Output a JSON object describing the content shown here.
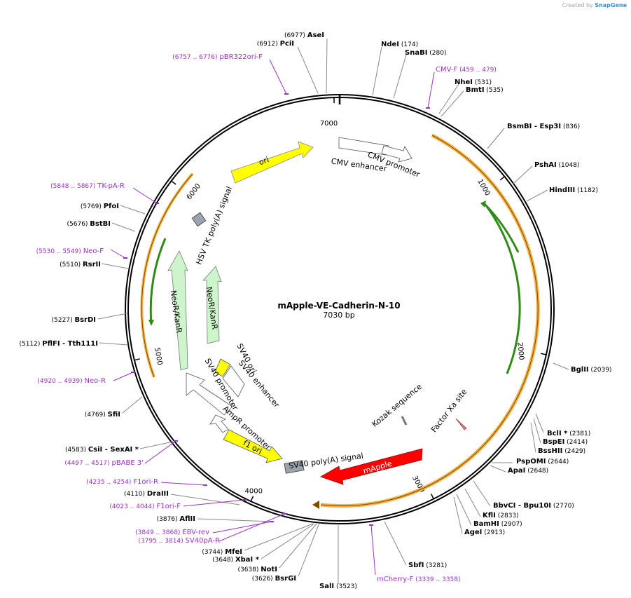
{
  "credit": {
    "prefix": "Created by",
    "brand": "SnapGene"
  },
  "plasmid": {
    "name": "mApple-VE-Cadherin-N-10",
    "length_label": "7030 bp",
    "total_bp": 7030
  },
  "ruler": [
    {
      "bp": 1000,
      "label": "1000"
    },
    {
      "bp": 2000,
      "label": "2000"
    },
    {
      "bp": 3000,
      "label": "3000"
    },
    {
      "bp": 4000,
      "label": "4000"
    },
    {
      "bp": 5000,
      "label": "5000"
    },
    {
      "bp": 6000,
      "label": "6000"
    },
    {
      "bp": 7000,
      "label": "7000"
    }
  ],
  "colors": {
    "enzyme": "#000000",
    "primer": "#9b30c8",
    "ori": "#ffff00",
    "neo": "#ccf5cc",
    "mapple": "#ff0000",
    "orange": "#f5b041",
    "green": "#2e8b17"
  },
  "enzymes": [
    {
      "name": "AseI",
      "pos": "(6977)"
    },
    {
      "name": "PciI",
      "pos": "(6912)"
    },
    {
      "name": "NdeI",
      "pos": "(174)"
    },
    {
      "name": "SnaBI",
      "pos": "(280)"
    },
    {
      "name": "NheI",
      "pos": "(531)"
    },
    {
      "name": "BmtI",
      "pos": "(535)"
    },
    {
      "name": "BsmBI   - Esp3I",
      "pos": "(836)"
    },
    {
      "name": "PshAI",
      "pos": "(1048)"
    },
    {
      "name": "HindIII",
      "pos": "(1182)"
    },
    {
      "name": "BglII",
      "pos": "(2039)"
    },
    {
      "name": "BclI *",
      "pos": "(2381)"
    },
    {
      "name": "BspEI",
      "pos": "(2414)"
    },
    {
      "name": "BssHII",
      "pos": "(2429)"
    },
    {
      "name": "PspOMI",
      "pos": "(2644)"
    },
    {
      "name": "ApaI",
      "pos": "(2648)"
    },
    {
      "name": "BbvCI   - Bpu10I",
      "pos": "(2770)"
    },
    {
      "name": "KflI",
      "pos": "(2833)"
    },
    {
      "name": "BamHI",
      "pos": "(2907)"
    },
    {
      "name": "AgeI",
      "pos": "(2913)"
    },
    {
      "name": "SbfI",
      "pos": "(3281)"
    },
    {
      "name": "SalI",
      "pos": "(3523)"
    },
    {
      "name": "BsrGI",
      "pos": "(3626)"
    },
    {
      "name": "NotI",
      "pos": "(3638)"
    },
    {
      "name": "XbaI *",
      "pos": "(3648)"
    },
    {
      "name": "MfeI",
      "pos": "(3744)"
    },
    {
      "name": "AflII",
      "pos": "(3876)"
    },
    {
      "name": "DraIII",
      "pos": "(4110)"
    },
    {
      "name": "CsiI   - SexAI *",
      "pos": "(4583)"
    },
    {
      "name": "SfiI",
      "pos": "(4769)"
    },
    {
      "name": "PflFI   - Tth111I",
      "pos": "(5112)"
    },
    {
      "name": "BsrDI",
      "pos": "(5227)"
    },
    {
      "name": "RsrII",
      "pos": "(5510)"
    },
    {
      "name": "BstBI",
      "pos": "(5676)"
    },
    {
      "name": "PfoI",
      "pos": "(5769)"
    }
  ],
  "primers": [
    {
      "name": "pBR322ori-F",
      "range": "(6757 .. 6776)"
    },
    {
      "name": "CMV-F",
      "range": "(459 .. 479)"
    },
    {
      "name": "TK-pA-R",
      "range": "(5848 .. 5867)"
    },
    {
      "name": "Neo-F",
      "range": "(5530 .. 5549)"
    },
    {
      "name": "Neo-R",
      "range": "(4920 .. 4939)"
    },
    {
      "name": "pBABE 3'",
      "range": "(4497 .. 4517)"
    },
    {
      "name": "F1ori-R",
      "range": "(4235 .. 4254)"
    },
    {
      "name": "F1ori-F",
      "range": "(4023 .. 4044)"
    },
    {
      "name": "EBV-rev",
      "range": "(3849 .. 3868)"
    },
    {
      "name": "SV40pA-R",
      "range": "(3795 .. 3814)"
    },
    {
      "name": "mCherry-F",
      "range": "(3339 .. 3358)"
    }
  ],
  "features": [
    {
      "name": "ori"
    },
    {
      "name": "CMV enhancer"
    },
    {
      "name": "CMV promoter"
    },
    {
      "name": "HSV TK poly(A) signal"
    },
    {
      "name": "NeoR/KanR"
    },
    {
      "name": "NeoR/KanR"
    },
    {
      "name": "SV40 ori"
    },
    {
      "name": "SV40 enhancer"
    },
    {
      "name": "SV40 promoter"
    },
    {
      "name": "AmpR promoter"
    },
    {
      "name": "f1 ori"
    },
    {
      "name": "SV40 poly(A) signal"
    },
    {
      "name": "mApple"
    },
    {
      "name": "Kozak sequence"
    },
    {
      "name": "Factor Xa site"
    }
  ]
}
